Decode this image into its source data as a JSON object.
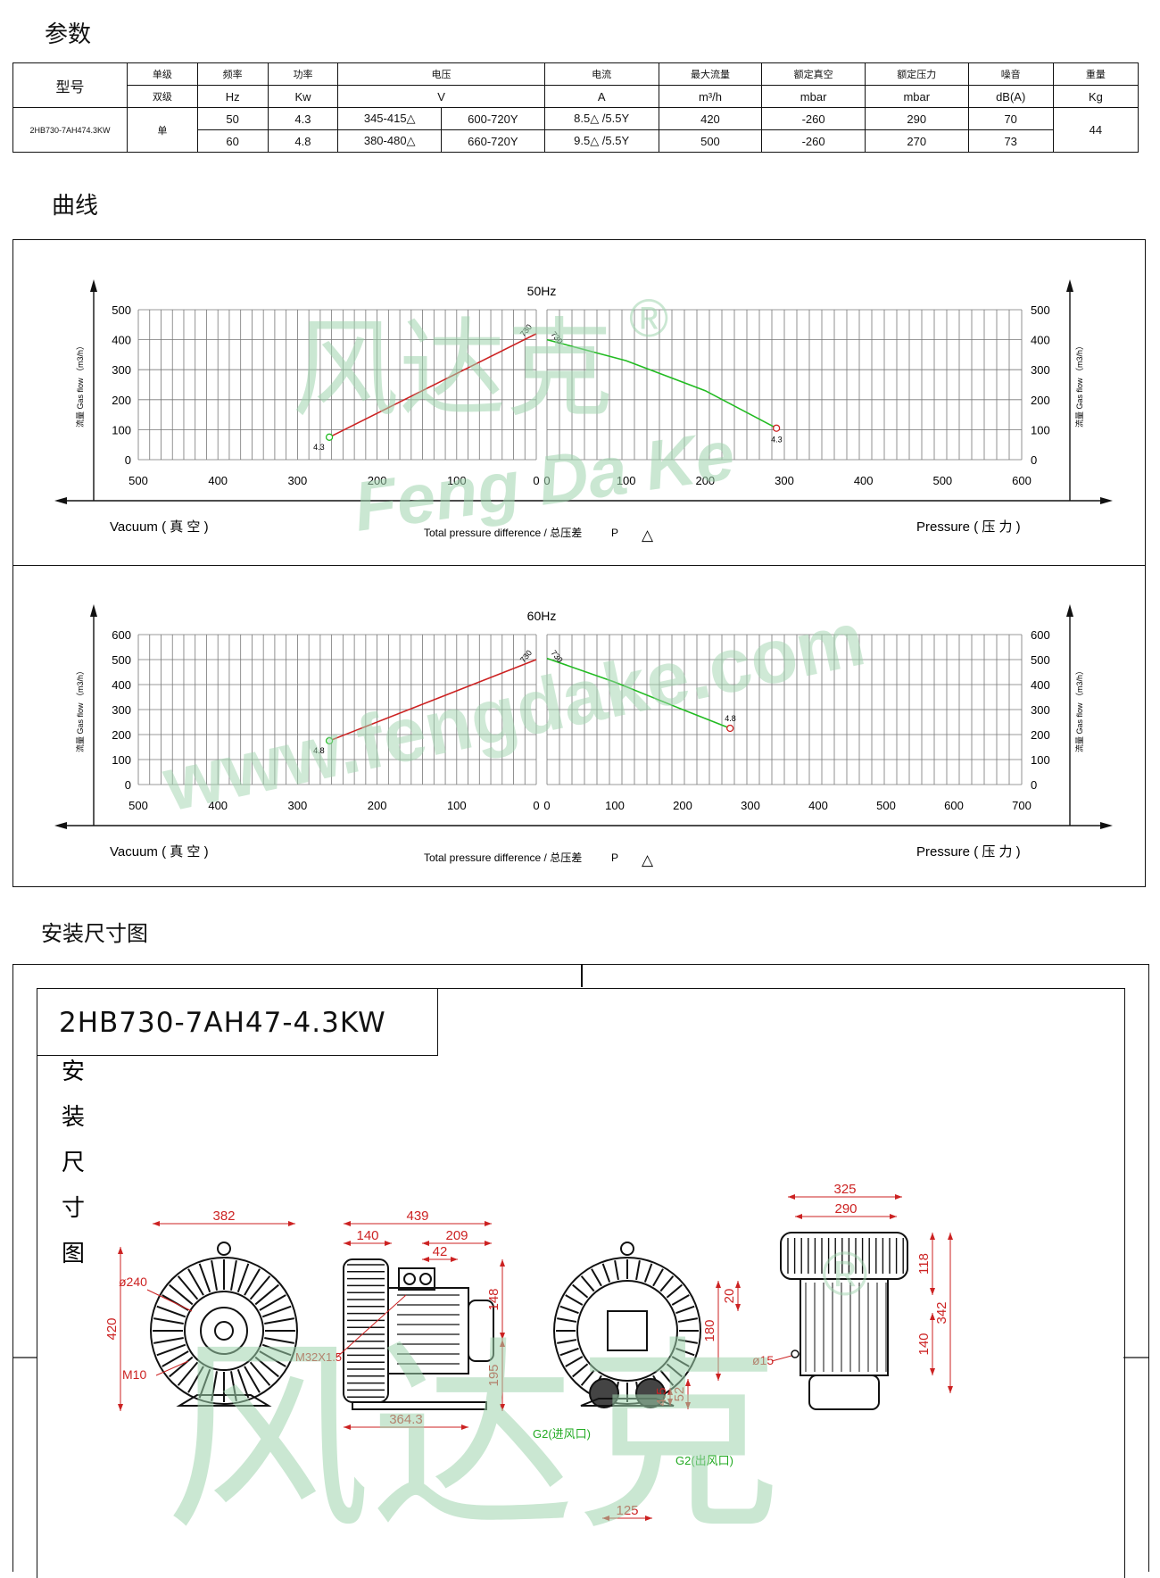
{
  "sections": {
    "params_title": "参数",
    "curve_title": "曲线",
    "install_title": "安装尺寸图"
  },
  "table": {
    "model_header": "型号",
    "row1_stage_single": "单级",
    "row2_stage_double": "双级",
    "headers": [
      "频率",
      "功率",
      "电压",
      "电流",
      "最大流量",
      "额定真空",
      "额定压力",
      "噪音",
      "重量"
    ],
    "units": [
      "Hz",
      "Kw",
      "V",
      "A",
      "m³/h",
      "mbar",
      "mbar",
      "dB(A)",
      "Kg"
    ],
    "model": "2HB730-7AH474.3KW",
    "stage": "单",
    "rows": [
      {
        "freq": "50",
        "power": "4.3",
        "v1": "345-415△",
        "v2": "600-720Y",
        "current": "8.5△ /5.5Y",
        "flow": "420",
        "vacuum": "-260",
        "pressure": "290",
        "noise": "70"
      },
      {
        "freq": "60",
        "power": "4.8",
        "v1": "380-480△",
        "v2": "660-720Y",
        "current": "9.5△ /5.5Y",
        "flow": "500",
        "vacuum": "-260",
        "pressure": "270",
        "noise": "73"
      }
    ],
    "weight": "44"
  },
  "chart_data": [
    {
      "type": "line",
      "title": "50Hz",
      "ylabel_left": "流量 Gas flow （m3/h）",
      "ylabel_right": "流量 Gas flow （m3/h）",
      "x_label_left": "Vacuum ( 真 空 )",
      "x_label_center": "Total pressure difference / 总压差",
      "x_label_center_p": "P",
      "x_label_center_delta": "△",
      "x_label_right": "Pressure ( 压 力 )",
      "vacuum_ticks": [
        500,
        400,
        300,
        200,
        100,
        0
      ],
      "pressure_ticks": [
        0,
        100,
        200,
        300,
        400,
        500,
        600
      ],
      "ylim": [
        0,
        500
      ],
      "y_ticks": [
        0,
        100,
        200,
        300,
        400,
        500
      ],
      "vacuum_series": {
        "name": "730",
        "points": [
          [
            260,
            75
          ],
          [
            0,
            420
          ]
        ],
        "end_label": "4.3",
        "color": "#cc2222"
      },
      "pressure_series": {
        "name": "730",
        "points": [
          [
            0,
            400
          ],
          [
            100,
            330
          ],
          [
            200,
            230
          ],
          [
            290,
            105
          ]
        ],
        "end_label": "4.3",
        "color": "#22bb22"
      },
      "grid": true
    },
    {
      "type": "line",
      "title": "60Hz",
      "ylabel_left": "流量 Gas flow （m3/h）",
      "ylabel_right": "流量 Gas flow （m3/h）",
      "x_label_left": "Vacuum ( 真 空 )",
      "x_label_center": "Total pressure difference / 总压差",
      "x_label_center_p": "P",
      "x_label_center_delta": "△",
      "x_label_right": "Pressure ( 压 力 )",
      "vacuum_ticks": [
        500,
        400,
        300,
        200,
        100,
        0
      ],
      "pressure_ticks": [
        0,
        100,
        200,
        300,
        400,
        500,
        600,
        700
      ],
      "ylim": [
        0,
        600
      ],
      "y_ticks": [
        0,
        100,
        200,
        300,
        400,
        500,
        600
      ],
      "vacuum_series": {
        "name": "730",
        "points": [
          [
            260,
            175
          ],
          [
            0,
            500
          ]
        ],
        "end_label": "4.8",
        "color": "#cc2222"
      },
      "pressure_series": {
        "name": "730",
        "points": [
          [
            0,
            505
          ],
          [
            100,
            410
          ],
          [
            200,
            300
          ],
          [
            270,
            225
          ]
        ],
        "end_label": "4.8",
        "color": "#22bb22"
      },
      "grid": true
    }
  ],
  "watermarks": {
    "logo_cn": "风达克",
    "logo_reg": "®",
    "logo_en": "Feng Da Ke",
    "url": "www.fengdake.com"
  },
  "drawing": {
    "model_label": "2HB730-7AH47-4.3KW",
    "side_text": [
      "安",
      "装",
      "尺",
      "寸",
      "图"
    ],
    "dims_view1": {
      "width": "382",
      "dia": "ø240",
      "height": "420",
      "bolt": "M10"
    },
    "dims_view2": {
      "total": "439",
      "a": "140",
      "b": "209",
      "c": "42",
      "h1": "148",
      "h2": "195",
      "base": "364.3",
      "cable": "M32X1.5"
    },
    "dims_view3": {
      "d180": "180",
      "d20": "20",
      "d52": "52",
      "d45": "4.5",
      "inlet": "G2(进风口)",
      "outlet": "G2(出风口)",
      "d125": "125"
    },
    "dims_view4": {
      "w325": "325",
      "w290": "290",
      "h118": "118",
      "h140": "140",
      "h342": "342",
      "hole": "ø15"
    },
    "line_color": "#cc2222",
    "green_color": "#22aa22"
  }
}
